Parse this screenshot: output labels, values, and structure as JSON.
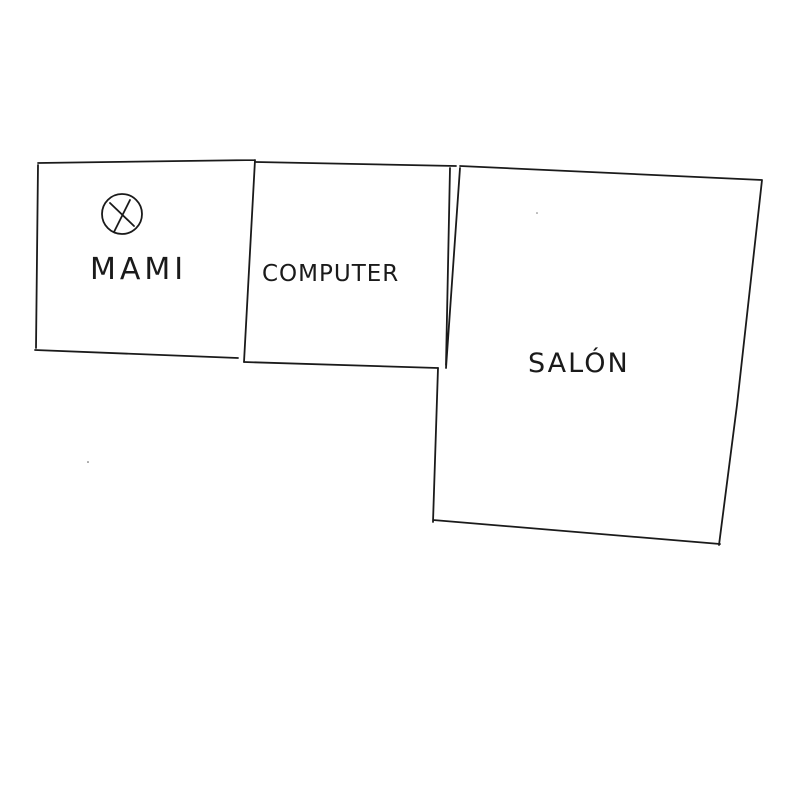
{
  "rooms": {
    "mami": {
      "label": "MAMI"
    },
    "computer": {
      "label": "COMPUTER"
    },
    "salon": {
      "label": "SALÓN"
    }
  },
  "marker": {
    "icon": "circled-x-icon"
  },
  "colors": {
    "ink": "#1a1a1a",
    "paper": "#ffffff"
  }
}
